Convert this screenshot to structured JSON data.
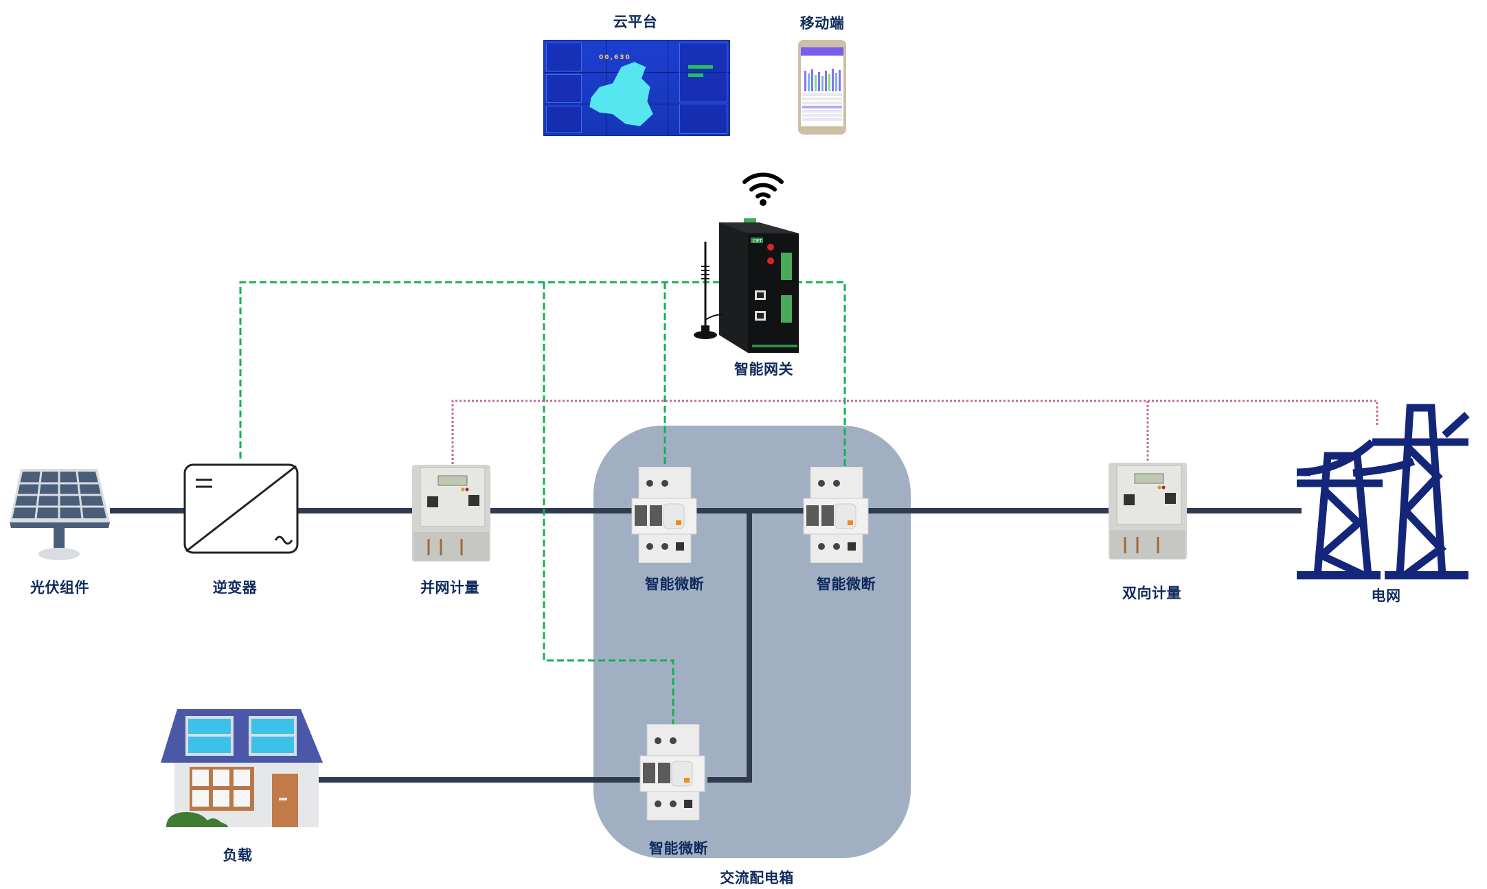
{
  "diagram": {
    "title": "光伏并网智能配电系统",
    "top": {
      "cloud_platform": {
        "label": "云平台",
        "screen_counter": "00,630"
      },
      "mobile": {
        "label": "移动端"
      }
    },
    "gateway": {
      "label": "智能网关",
      "brand": "CET"
    },
    "nodes": {
      "pv_module": {
        "label": "光伏组件"
      },
      "inverter": {
        "label": "逆变器",
        "dc_symbol": "=",
        "ac_symbol": "~"
      },
      "grid_meter": {
        "label": "并网计量"
      },
      "breaker_1": {
        "label": "智能微断"
      },
      "breaker_2": {
        "label": "智能微断"
      },
      "breaker_3": {
        "label": "智能微断"
      },
      "bidirectional_meter": {
        "label": "双向计量"
      },
      "power_grid": {
        "label": "电网"
      },
      "load": {
        "label": "负载"
      }
    },
    "enclosure": {
      "label": "交流配电箱"
    },
    "colors": {
      "power_line": "#2f3b4f",
      "comm_line_wireless": "#12b24f",
      "comm_line_rs485": "#c0679b",
      "enclosure_fill": "#a1afc3",
      "label_text": "#0f2a5c",
      "tower": "#14267a"
    },
    "links": {
      "green_dashed": [
        "inverter",
        "breaker_1",
        "breaker_2",
        "breaker_3",
        "gateway"
      ],
      "pink_dotted": [
        "grid_meter",
        "bidirectional_meter",
        "power_grid"
      ]
    }
  }
}
